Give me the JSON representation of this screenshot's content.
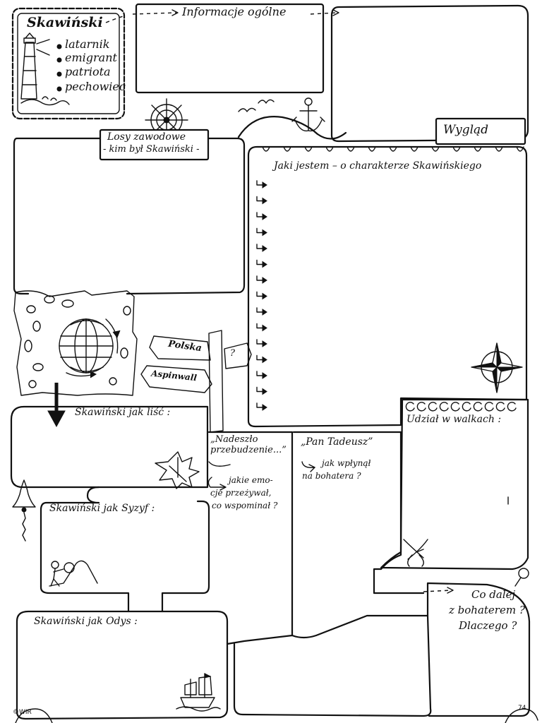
{
  "card": {
    "name": "Skawiński",
    "traits": [
      "latarnik",
      "emigrant",
      "patriota",
      "pechowiec"
    ]
  },
  "sections": {
    "info": "Informacje ogólne",
    "appearance": "Wygląd",
    "career_line1": "Losy zawodowe",
    "career_line2": "- kim był Skawiński -",
    "character": "Jaki jestem – o charakterze Skawińskiego",
    "leaf": "Skawiński jak liść :",
    "sisyphus": "Skawiński jak Syzyf :",
    "odysseus": "Skawiński jak Odys :",
    "awakening_title": "„Nadeszło przebudzenie...”",
    "awakening_q1": "jakie emo-",
    "awakening_q2": "cje przeżywał,",
    "awakening_q3": "co wspominał ?",
    "pan_tadeusz_title": "„Pan Tadeusz”",
    "pan_tadeusz_q1": "jak wpłynął",
    "pan_tadeusz_q2": "na bohatera ?",
    "battles": "Udział w walkach :",
    "future_line1": "Co dalej",
    "future_line2": "z bohaterem ?",
    "future_line3": "Dlaczego ?"
  },
  "signpost": {
    "sign1": "Polska",
    "sign2": "Aspinwall"
  },
  "footer": {
    "copyright": "©WIR",
    "page_number": "74"
  },
  "icons": [
    "lighthouse-icon",
    "ship-wheel-icon",
    "anchor-icon",
    "seagulls-icon",
    "globe-icon",
    "maple-leaf-icon",
    "bell-icon",
    "sisyphus-icon",
    "sailing-ship-icon",
    "compass-rose-icon",
    "crossed-sabres-icon",
    "signpost-icon"
  ]
}
